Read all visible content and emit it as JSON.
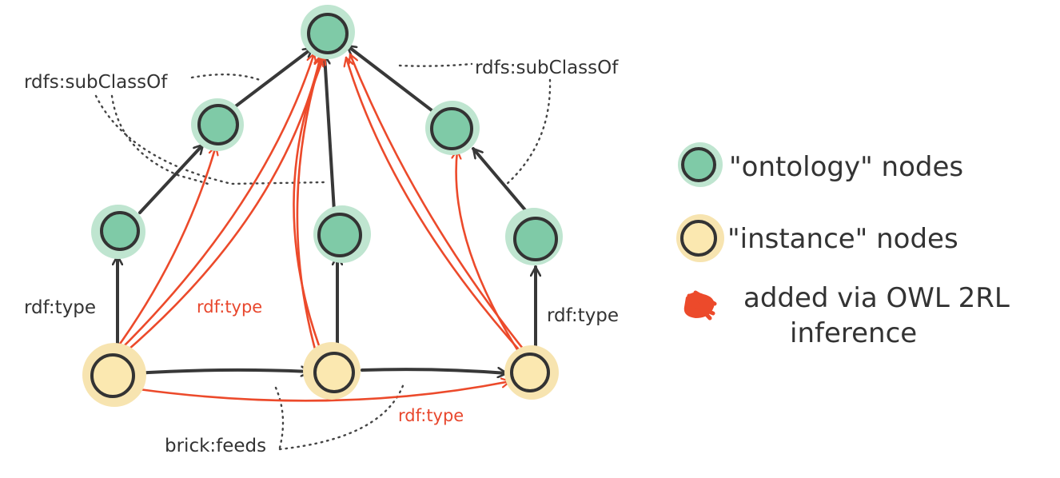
{
  "colors": {
    "ontology_fill": "#7fcaa7",
    "ontology_halo": "#bfe5d0",
    "instance_fill": "#fbe8b0",
    "instance_halo": "#f7e4b0",
    "node_stroke": "#333333",
    "inferred_edge": "#ec4a2b",
    "edge": "#383838"
  },
  "labels": {
    "subclass_left": "rdfs:subClassOf",
    "subclass_right": "rdfs:subClassOf",
    "type_left": "rdf:type",
    "type_red_middle": "rdf:type",
    "type_right": "rdf:type",
    "type_red_bottom": "rdf:type",
    "feeds": "brick:feeds"
  },
  "legend": {
    "ontology": "\"ontology\" nodes",
    "instance": "\"instance\" nodes",
    "inferred_line1": "added via OWL 2RL",
    "inferred_line2": "inference"
  },
  "icons": [
    "ontology-node-icon",
    "instance-node-icon",
    "inferred-mark-icon"
  ]
}
